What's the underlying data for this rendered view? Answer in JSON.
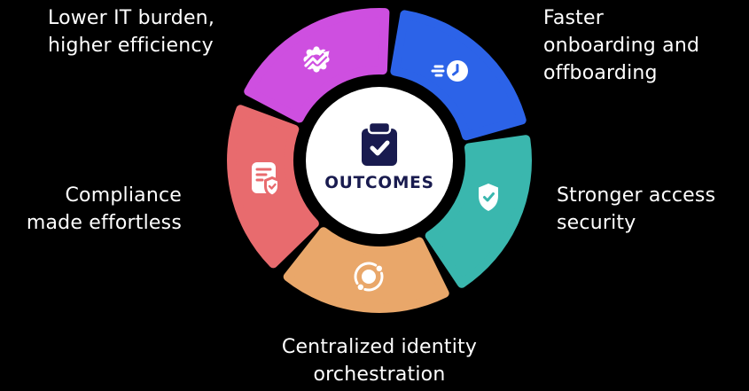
{
  "background": "#000000",
  "hub": {
    "label": "OUTCOMES",
    "color": "#191b4f",
    "circle_color": "#ffffff",
    "icon": "clipboard-check-icon"
  },
  "wheel": {
    "segments": [
      {
        "name": "faster-onboarding",
        "color": "#2c63e8",
        "icon": "fast-clock-icon",
        "start": -84,
        "end": -12,
        "label": "Faster\nonboarding and\noffboarding"
      },
      {
        "name": "stronger-security",
        "color": "#3ab7ae",
        "icon": "shield-check-icon",
        "start": -12,
        "end": 60,
        "label": "Stronger access\nsecurity"
      },
      {
        "name": "centralized-orchestration",
        "color": "#e9a76a",
        "icon": "orbit-icon",
        "start": 60,
        "end": 132,
        "label": "Centralized identity\norchestration"
      },
      {
        "name": "compliance",
        "color": "#e86b6e",
        "icon": "doc-shield-icon",
        "start": 132,
        "end": 204,
        "label": "Compliance\nmade effortless"
      },
      {
        "name": "lower-it-burden",
        "color": "#ce4fe0",
        "icon": "gear-arrow-icon",
        "start": 204,
        "end": 276,
        "label": "Lower IT burden,\nhigher efficiency"
      }
    ],
    "text_color": "#ffffff"
  }
}
